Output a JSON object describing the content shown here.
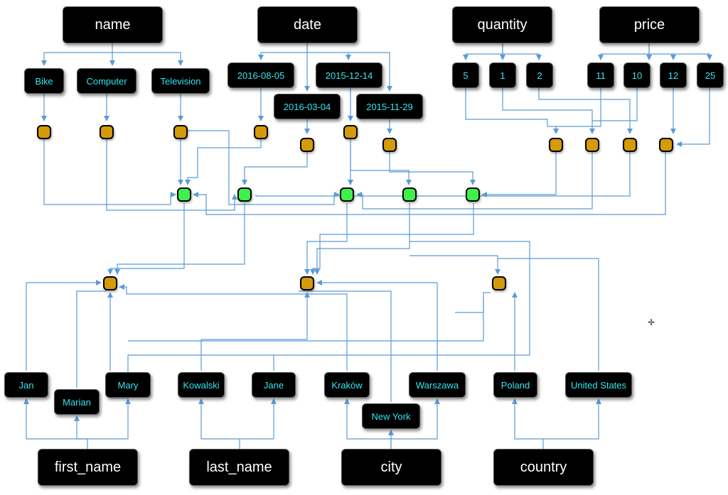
{
  "columns": {
    "name": "name",
    "date": "date",
    "quantity": "quantity",
    "price": "price",
    "first_name": "first_name",
    "last_name": "last_name",
    "city": "city",
    "country": "country"
  },
  "values": {
    "bike": "Bike",
    "computer": "Computer",
    "television": "Television",
    "date_1": "2016-08-05",
    "date_2": "2016-03-04",
    "date_3": "2015-12-14",
    "date_4": "2015-11-29",
    "qty_5": "5",
    "qty_1": "1",
    "qty_2": "2",
    "price_11": "11",
    "price_10": "10",
    "price_12": "12",
    "price_25": "25",
    "jan": "Jan",
    "marian": "Marian",
    "mary": "Mary",
    "kowalski": "Kowalski",
    "jane": "Jane",
    "krakow": "Kraków",
    "new_york": "New York",
    "warszawa": "Warszawa",
    "poland": "Poland",
    "united_states": "United States"
  },
  "colors": {
    "edge": "#5b9bd5",
    "label_text": "#33e6f0",
    "value_node": "#d49a08",
    "record_node": "#3ef04a",
    "box_fill": "#000000"
  },
  "icons": {
    "cursor": "crosshair-cursor-icon"
  }
}
